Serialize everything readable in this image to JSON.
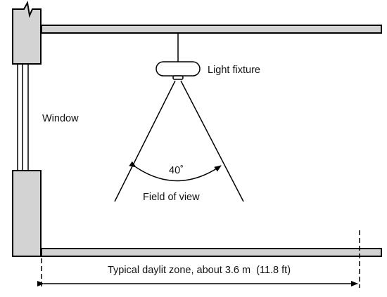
{
  "labels": {
    "light_fixture": "Light fixture",
    "window": "Window",
    "angle": "40˚",
    "field_of_view": "Field of view",
    "daylit_zone": "Typical daylit zone, about 3.6 m  (11.8 ft)"
  },
  "colors": {
    "structure_fill": "#d3d3d3",
    "line": "#000000",
    "background": "#ffffff"
  }
}
